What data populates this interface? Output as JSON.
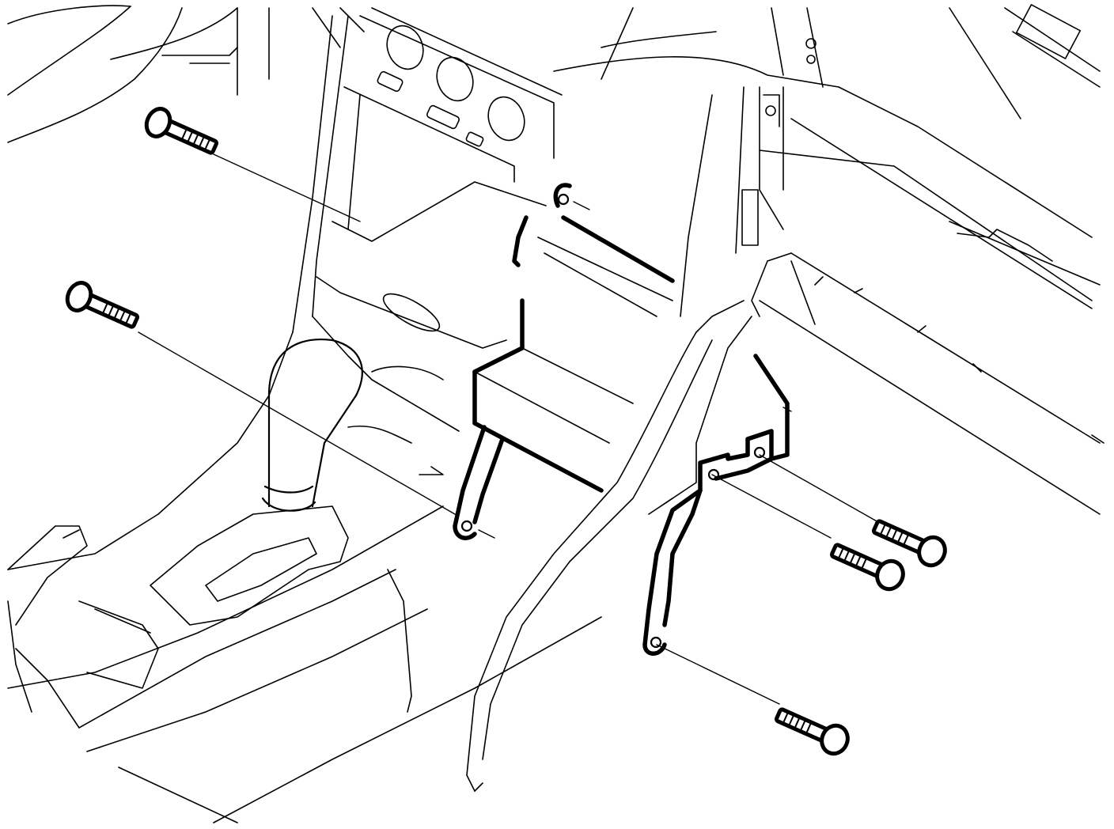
{
  "diagram": {
    "kind": "exploded-view line drawing",
    "colors": {
      "ink": "#000000",
      "paper": "#ffffff"
    },
    "components": [
      {
        "name": "center-console-bracket",
        "icon": "bracket-icon"
      },
      {
        "name": "gear-shift-lever",
        "icon": "shifter-icon"
      },
      {
        "name": "bolt",
        "icon": "bolt-icon",
        "count": 5
      }
    ]
  }
}
